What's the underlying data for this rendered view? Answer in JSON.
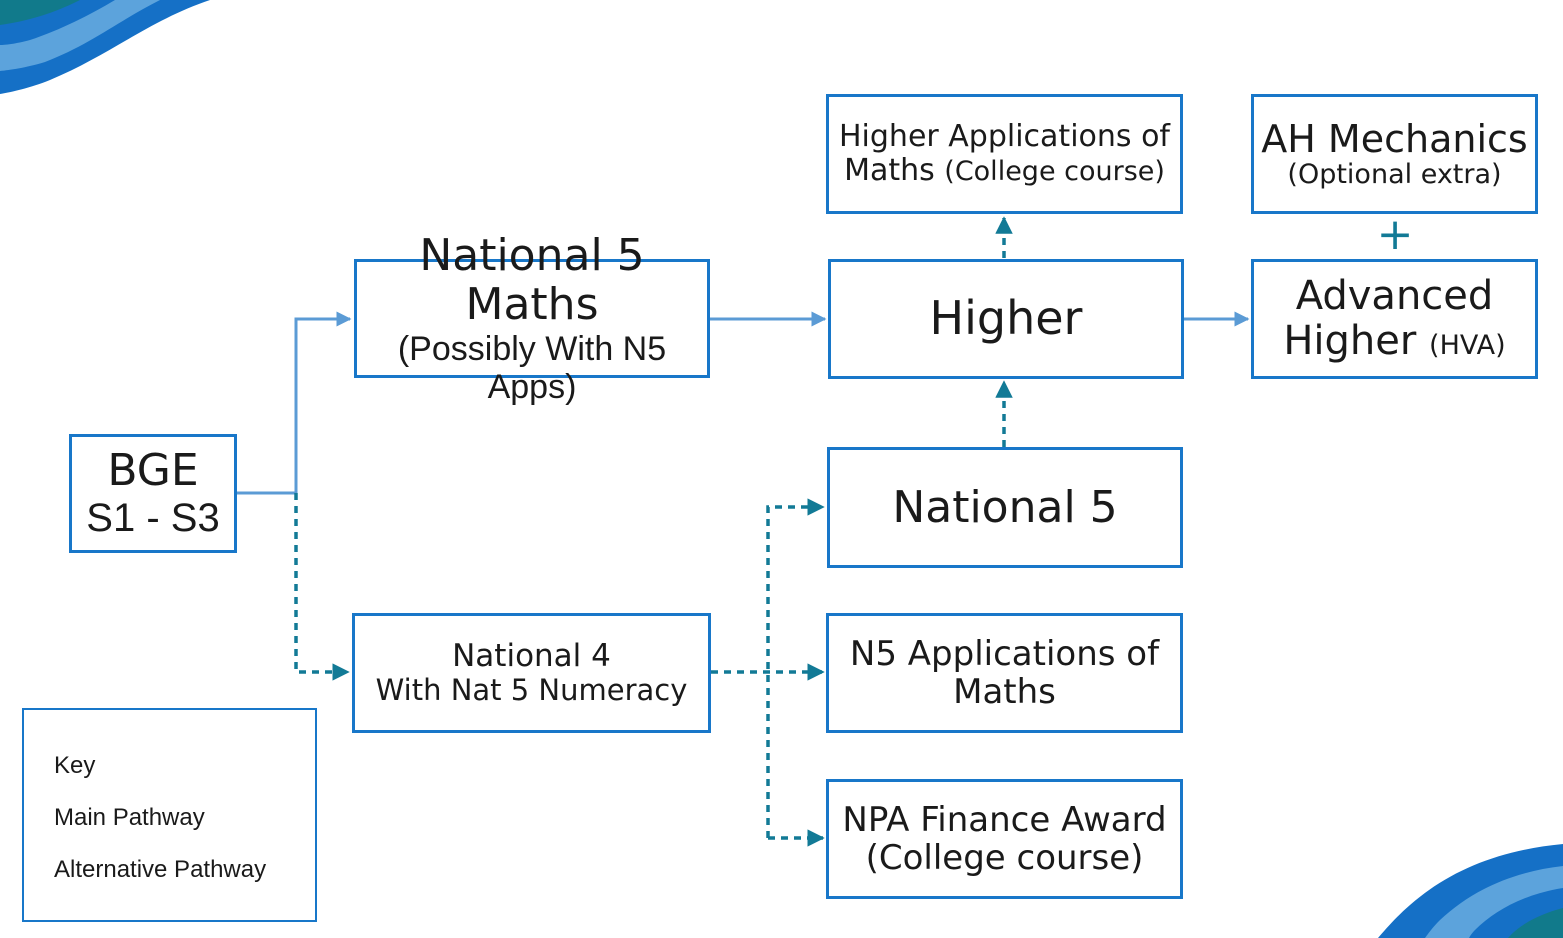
{
  "diagram": {
    "nodes": {
      "bge": {
        "line1": "BGE",
        "line2": "S1 - S3"
      },
      "n5maths": {
        "line1": "National 5 Maths",
        "line2": "(Possibly With N5 Apps)"
      },
      "nat4": {
        "line1": "National 4",
        "line2": "With Nat 5 Numeracy"
      },
      "higher": {
        "line1": "Higher"
      },
      "nat5": {
        "line1": "National 5"
      },
      "n5apps": {
        "line1": "N5 Applications of",
        "line2": "Maths"
      },
      "npa": {
        "line1": "NPA Finance Award",
        "line2": "(College course)"
      },
      "ham": {
        "line1": "Higher Applications of",
        "line2a": "Maths ",
        "line2b": "(College course)"
      },
      "ah_mech": {
        "line1": "AH Mechanics",
        "line2": "(Optional extra)"
      },
      "adv_higher": {
        "line1": "Advanced",
        "line2a": "Higher ",
        "line2b": "(HVA)"
      },
      "plus": "+"
    },
    "legend": {
      "title": "Key",
      "main": "Main Pathway",
      "alternative": "Alternative Pathway"
    },
    "colors": {
      "main_pathway": "#5b9bd5",
      "alternative_pathway": "#127a96",
      "box_border": "#1877c9",
      "wave_dark": "#1570c6",
      "wave_light": "#5ca3dc",
      "wave_teal": "#117a8b"
    }
  }
}
